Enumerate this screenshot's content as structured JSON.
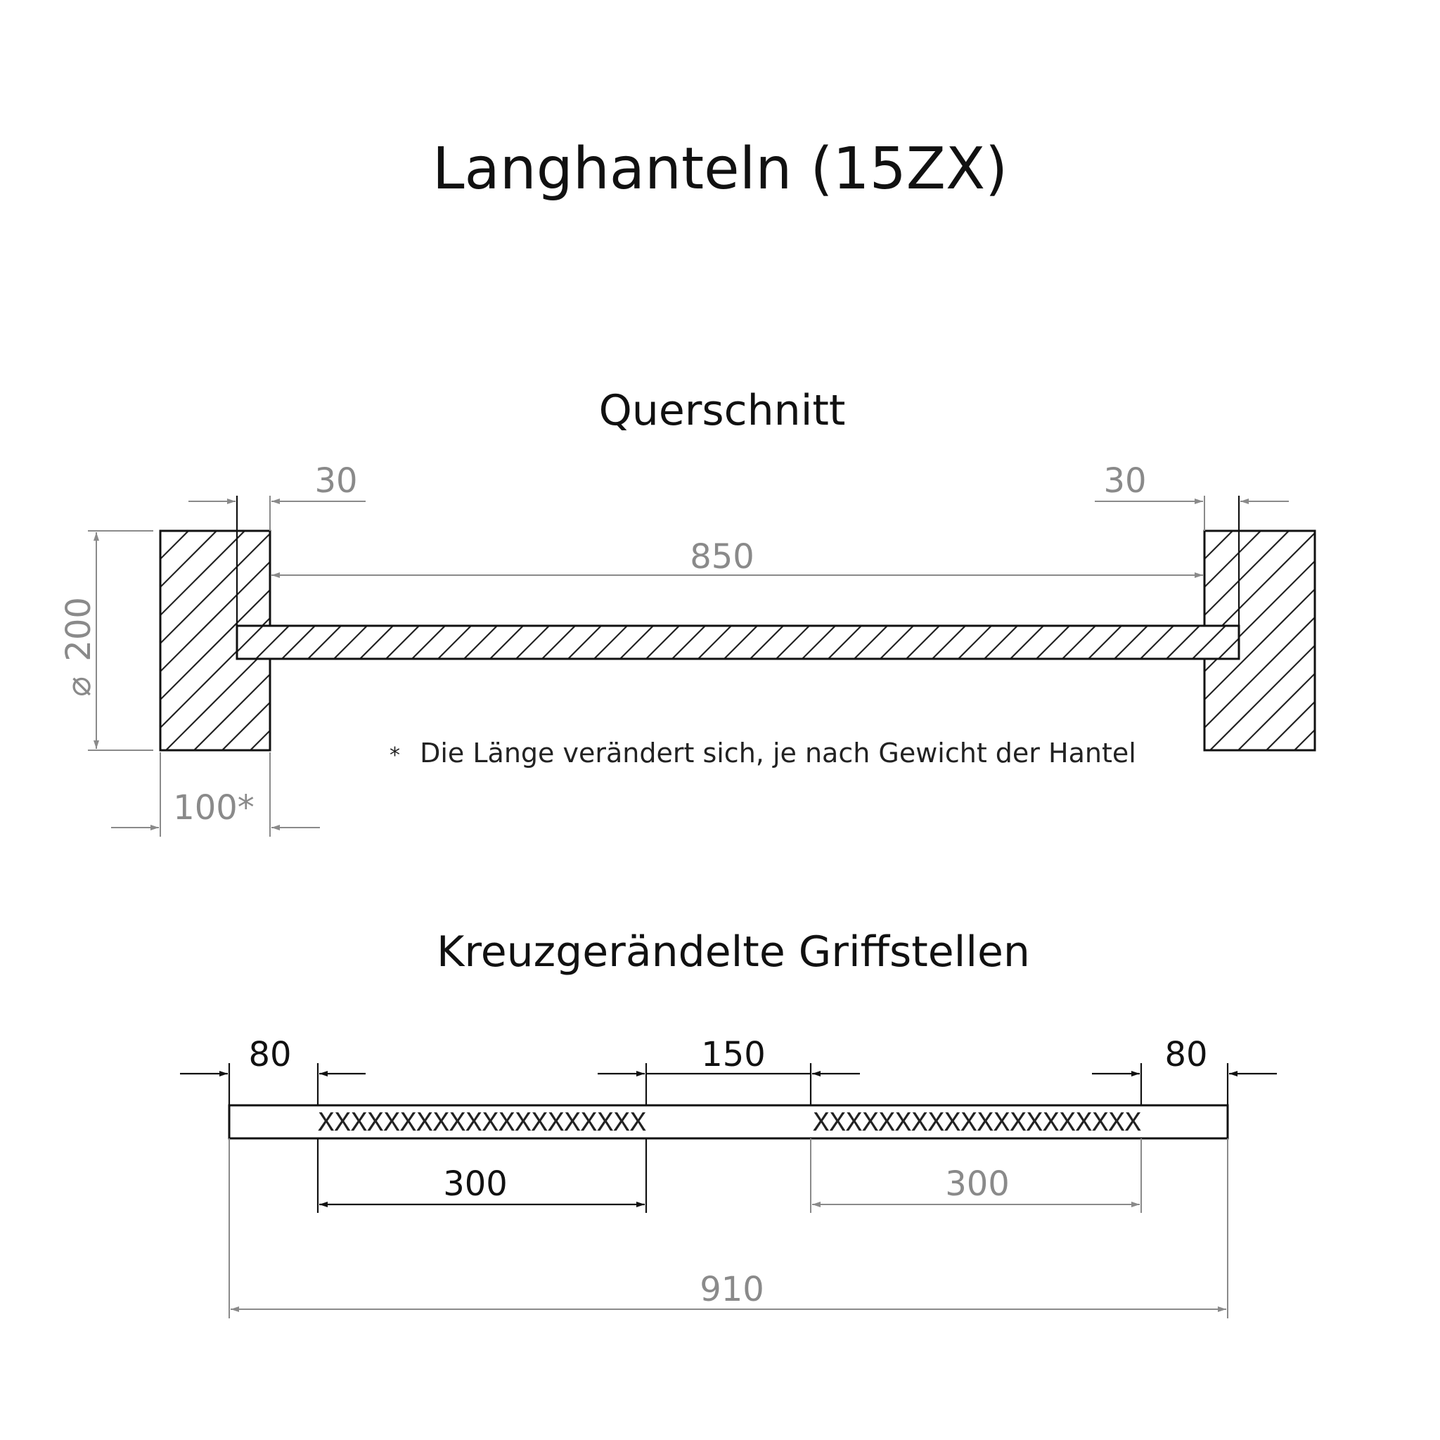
{
  "title": "Langhanteln (15ZX)",
  "cross_section": {
    "heading": "Querschnitt",
    "dim_left_top": "30",
    "dim_right_top": "30",
    "dim_center": "850",
    "dim_diameter": "200",
    "diameter_symbol": "⌀",
    "dim_plate_width": "100*",
    "footnote_marker": "*",
    "footnote": "Die Länge verändert sich, je nach Gewicht der Hantel"
  },
  "knurling": {
    "heading": "Kreuzgerändelte Griffstellen",
    "dim_left_end": "80",
    "dim_middle": "150",
    "dim_right_end": "80",
    "dim_grip_left": "300",
    "dim_grip_right": "300",
    "dim_total": "910",
    "knurl_pattern_left": "XXXXXXXXXXXXXXXXXXXX",
    "knurl_pattern_right": "XXXXXXXXXXXXXXXXXXXX"
  },
  "colors": {
    "line": "#111111",
    "dimension": "#8a8a8a",
    "background": "#ffffff"
  }
}
